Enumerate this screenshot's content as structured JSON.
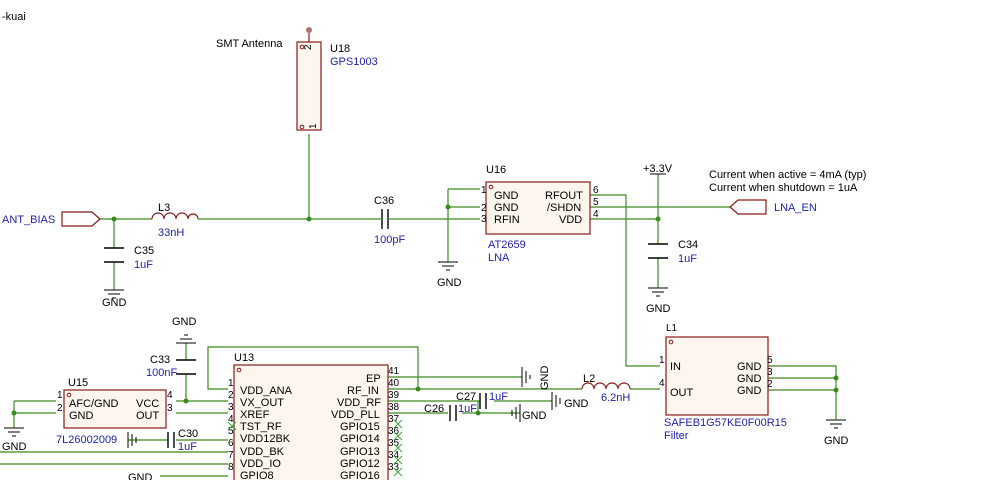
{
  "title_fragment": "-kuai",
  "antenna": {
    "label": "SMT Antenna",
    "ref": "U18",
    "value": "GPS1003",
    "pin_top": "2",
    "pin_bottom": "1"
  },
  "lna": {
    "ref": "U16",
    "value": "AT2659",
    "desc": "LNA",
    "pins_left": [
      {
        "num": "1",
        "name": "GND"
      },
      {
        "num": "2",
        "name": "GND"
      },
      {
        "num": "3",
        "name": "RFIN"
      }
    ],
    "pins_right": [
      {
        "num": "6",
        "name": "RFOUT"
      },
      {
        "num": "5",
        "name": "/SHDN"
      },
      {
        "num": "4",
        "name": "VDD"
      }
    ]
  },
  "supply": {
    "label": "+3.3V"
  },
  "notes": {
    "active": "Current when active = 4mA (typ)",
    "shutdown": "Current when shutdown = 1uA"
  },
  "nets": {
    "ant_bias": "ANT_BIAS",
    "lna_en": "LNA_EN"
  },
  "l3": {
    "ref": "L3",
    "value": "33nH"
  },
  "c35": {
    "ref": "C35",
    "value": "1uF"
  },
  "c36": {
    "ref": "C36",
    "value": "100pF"
  },
  "c34": {
    "ref": "C34",
    "value": "1uF"
  },
  "filter": {
    "ref_small": "L1",
    "value": "SAFEB1G57KE0F00R15",
    "desc": "Filter",
    "pin_in": {
      "num": "1",
      "name": "IN"
    },
    "pin_out": {
      "num": "4",
      "name": "OUT"
    },
    "pins_gnd": [
      {
        "num": "5",
        "name": "GND"
      },
      {
        "num": "3",
        "name": "GND"
      },
      {
        "num": "2",
        "name": "GND"
      }
    ]
  },
  "l2": {
    "ref": "L2",
    "value": "6.2nH"
  },
  "c33": {
    "ref": "C33",
    "value": "100nF"
  },
  "c27": {
    "ref": "C27",
    "value": "1uF"
  },
  "c26": {
    "ref": "C26",
    "value": "1uF"
  },
  "c30": {
    "ref": "C30",
    "value": "1uF"
  },
  "u15": {
    "ref": "U15",
    "value": "7L26002009",
    "pins_left": [
      {
        "num": "1",
        "name": "AFC/GND"
      },
      {
        "num": "2",
        "name": "GND"
      }
    ],
    "pins_right": [
      {
        "num": "4",
        "name": "VCC"
      },
      {
        "num": "3",
        "name": "OUT"
      }
    ]
  },
  "u13": {
    "ref": "U13",
    "pins_left": [
      {
        "num": "1",
        "name": "VDD_ANA"
      },
      {
        "num": "2",
        "name": "VX_OUT"
      },
      {
        "num": "3",
        "name": "XREF"
      },
      {
        "num": "4",
        "name": "TST_RF"
      },
      {
        "num": "5",
        "name": "VDD12BK"
      },
      {
        "num": "6",
        "name": "VDD_BK"
      },
      {
        "num": "7",
        "name": "VDD_IO"
      },
      {
        "num": "8",
        "name": "GPIO8"
      }
    ],
    "pins_right": [
      {
        "num": "41",
        "name": "EP"
      },
      {
        "num": "40",
        "name": "RF_IN"
      },
      {
        "num": "39",
        "name": "VDD_RF"
      },
      {
        "num": "38",
        "name": "VDD_PLL"
      },
      {
        "num": "37",
        "name": "GPIO15"
      },
      {
        "num": "36",
        "name": "GPIO14"
      },
      {
        "num": "35",
        "name": "GPIO13"
      },
      {
        "num": "34",
        "name": "GPIO12"
      },
      {
        "num": "33",
        "name": "GPIO16"
      }
    ]
  },
  "gnd_label": "GND"
}
